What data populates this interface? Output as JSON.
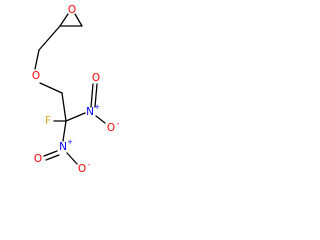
{
  "molecule": {
    "colors": {
      "bond": "#000000",
      "oxygen": "#ff0000",
      "nitrogen": "#0000ff",
      "fluorine": "#daa520",
      "background": "#ffffff"
    },
    "atoms": {
      "epoxide_oxygen": "O",
      "ether_oxygen": "O",
      "fluorine": "F",
      "nitro1_nitrogen": "N",
      "nitro1_plus": "+",
      "nitro1_oxygen_double": "O",
      "nitro1_oxygen_single": "O",
      "nitro1_minus": "-",
      "nitro2_nitrogen": "N",
      "nitro2_plus": "+",
      "nitro2_oxygen_double": "O",
      "nitro2_oxygen_single": "O",
      "nitro2_minus": "-"
    }
  }
}
